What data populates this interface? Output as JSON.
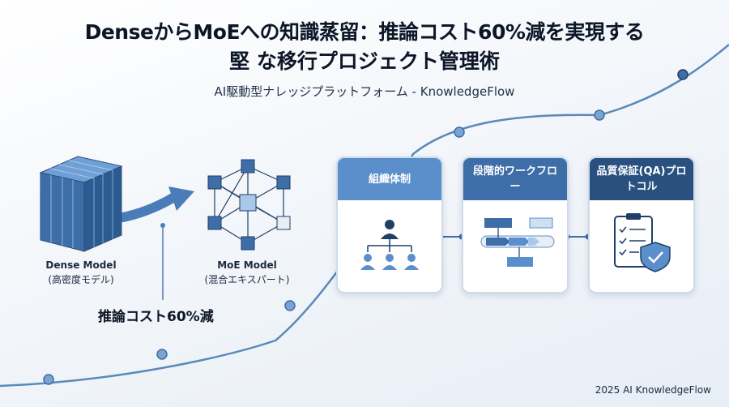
{
  "title_line1": "DenseからMoEへの知識蒸留：推論コスト60%減を実現する",
  "title_line2": "堅 な移行プロジェクト管理術",
  "subtitle": "AI駆動型ナレッジプラットフォーム - KnowledgeFlow",
  "dense": {
    "name": "Dense Model",
    "desc": "(高密度モデル)"
  },
  "moe": {
    "name": "MoE Model",
    "desc": "(混合エキスパート)"
  },
  "cost_label": "推論コスト60%減",
  "cards": [
    {
      "title": "組織体制",
      "color": "#5b8fcb"
    },
    {
      "title": "段階的ワークフロー",
      "color": "#3e6ea8"
    },
    {
      "title": "品質保証(QA)プロトコル",
      "color": "#29507f"
    }
  ],
  "footer": "2025 AI KnowledgeFlow",
  "colors": {
    "curve": "#5a89bb",
    "node": "#3e6ea8",
    "dark": "#1f3f66"
  }
}
